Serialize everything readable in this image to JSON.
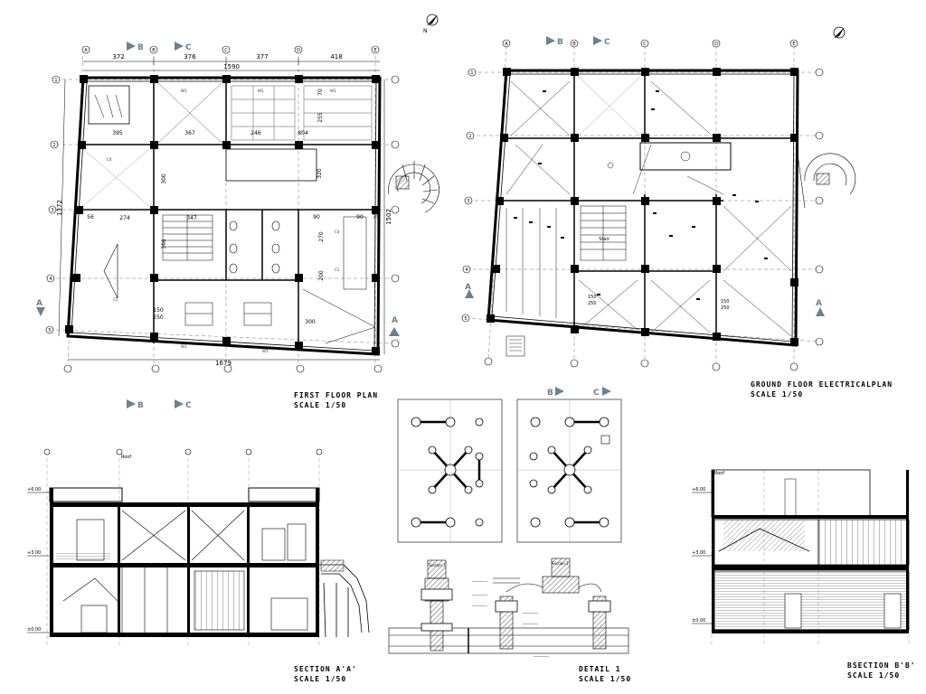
{
  "first_floor": {
    "title": "FIRST FLOOR PLAN",
    "scale": "SCALE 1/50",
    "top_dims": [
      "372",
      "376",
      "377",
      "418"
    ],
    "overall_top": "1590",
    "overall_bottom": "1679",
    "left_dim": "1372",
    "right_dim": "1502",
    "room_dims": [
      "395",
      "367",
      "246",
      "804",
      "70",
      "255",
      "320",
      "300",
      "274",
      "347",
      "90",
      "90",
      "75",
      "56",
      "366",
      "270",
      "200",
      "150",
      "250",
      "300"
    ],
    "grid_letters": [
      "A",
      "B",
      "C",
      "D",
      "E"
    ],
    "grid_numbers": [
      "1",
      "2",
      "3",
      "4",
      "5"
    ],
    "section_labels": [
      "A",
      "A",
      "B",
      "B",
      "C",
      "C"
    ]
  },
  "ground_floor": {
    "title": "GROUND FLOOR ELECTRICALPLAN",
    "scale": "SCALE 1/50",
    "grid_letters": [
      "A",
      "B",
      "C",
      "D",
      "E"
    ],
    "grid_numbers": [
      "1",
      "2",
      "3",
      "4",
      "5"
    ],
    "section_labels": [
      "A",
      "A",
      "B",
      "C"
    ],
    "stair_label": "Stair",
    "room_dims": [
      "150",
      "250",
      "150",
      "250"
    ]
  },
  "section_aa": {
    "title": "SECTION A'A'",
    "scale": "SCALE 1/50",
    "levels": [
      "+6.00",
      "+3.00",
      "±0.00"
    ],
    "roof": "Roof"
  },
  "detail": {
    "title": "DETAIL 1",
    "scale": "SCALE 1/50",
    "section_labels": [
      "B",
      "C"
    ],
    "sub_sections": [
      "Section 1",
      "Section 2"
    ]
  },
  "section_bb": {
    "title": "BSECTION B'B'",
    "scale": "SCALE 1/50",
    "levels": [
      "+6.00",
      "+3.00",
      "±0.00"
    ],
    "roof": "Roof"
  },
  "north_label": "N",
  "colors": {
    "line": "#000000",
    "accent": "#6b8191",
    "hatch": "#555555"
  }
}
